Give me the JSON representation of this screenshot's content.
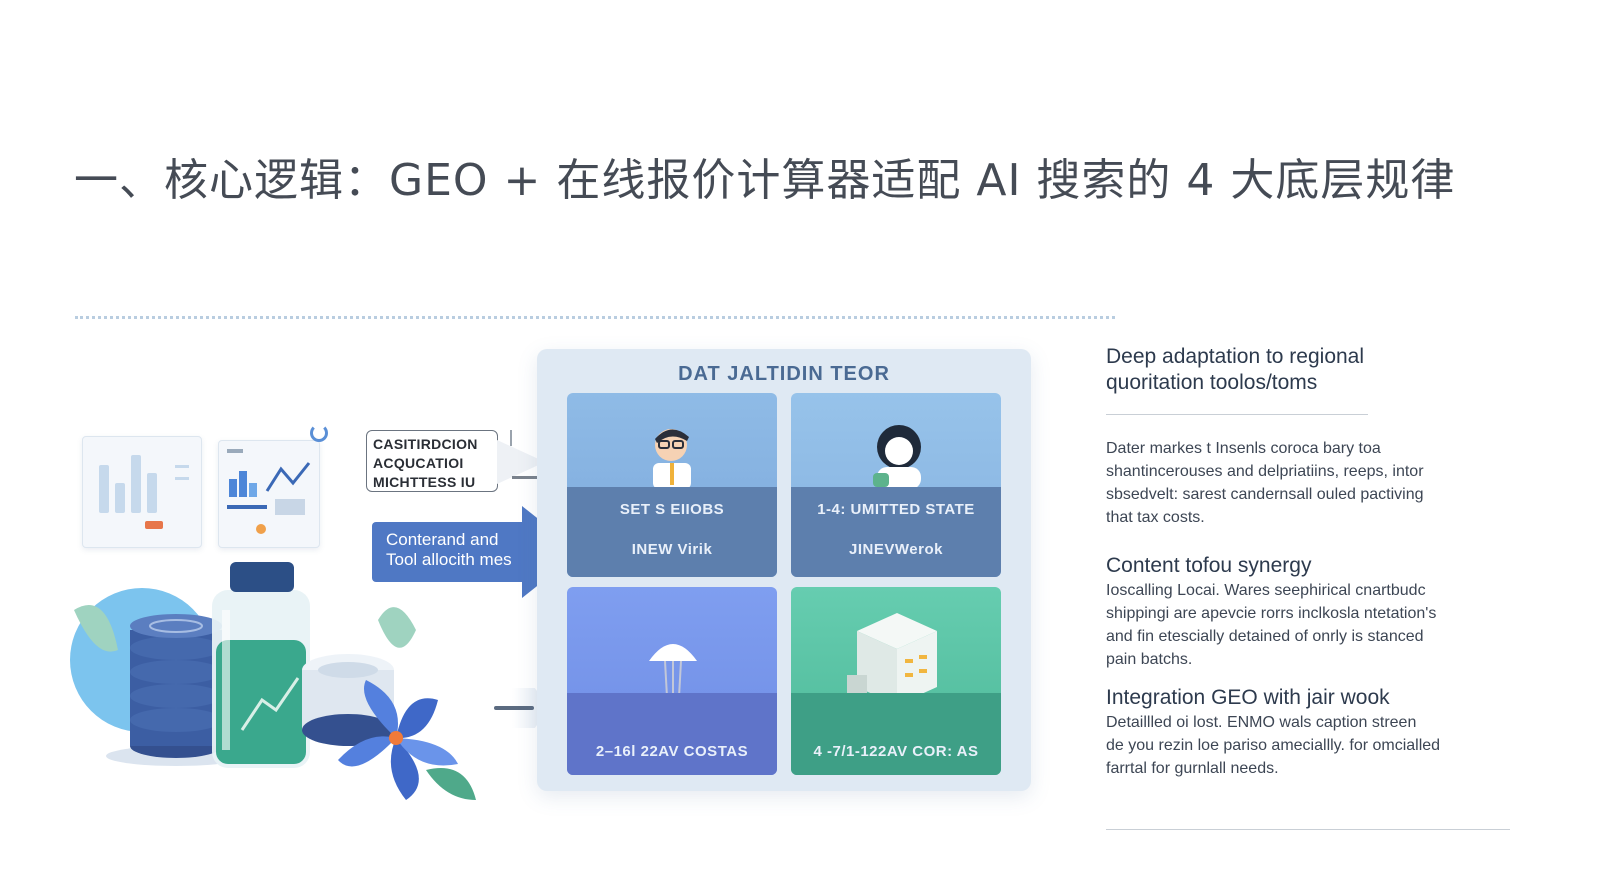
{
  "title": "一、核心逻辑：GEO + 在线报价计算器适配 AI 搜索的 4 大底层规律",
  "illustration": {
    "callout_lines": [
      "CASITIRDCION",
      "ACQUCATIOI",
      "MICHTTESS IU"
    ],
    "arrow_lines": [
      "Conterand and",
      "Tool allocith mes"
    ]
  },
  "panel": {
    "title": "DAT JALTIDIN TEOR",
    "tiles": [
      {
        "line1": "SET S EIIOBS",
        "line2": "INEW Virik"
      },
      {
        "line1": "1-4: UMITTED STATE",
        "line2": "JINEVWerok"
      },
      {
        "line1": "2–16l 22AV COSTAS",
        "line2": ""
      },
      {
        "line1": "4 -7/1-122AV COR: AS",
        "line2": ""
      }
    ]
  },
  "right": {
    "section1": {
      "heading_lines": [
        "Deep adaptation to regional",
        "quoritation toolos/toms"
      ],
      "body_lines": [
        "Dater markes t Insenls coroca bary toa",
        "shantincerouses and delpriatiins, reeps, intor",
        "sbsedvelt: sarest candernsall ouled pactiving",
        "that tax costs."
      ]
    },
    "section2": {
      "heading": "Content tofou synergy",
      "body_lines": [
        "Ioscalling Locai. Wares  seephirical cnartbudc",
        "shippingi are apevcie rorrs inclkosla ntetation's",
        "and fin etescially detained of onrly is stanced",
        "pain batchs."
      ]
    },
    "section3": {
      "heading": "Integration GEO with jair wook",
      "body_lines": [
        "Detaillled oi lost. ENMO wals caption streen",
        "de you rezin loe pariso ameciallly. for omcialled",
        "farrtal for gurnlall needs."
      ]
    }
  },
  "colors": {
    "title": "#454b55",
    "panel_bg": "#dfe9f3",
    "arrow": "#4f78c4",
    "tile_green": "#4db898",
    "tile_violet": "#6f8de4"
  }
}
